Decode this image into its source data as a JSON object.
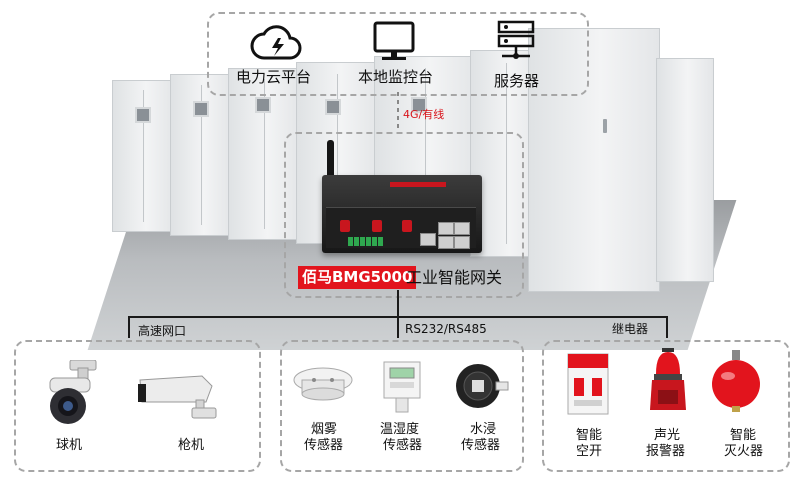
{
  "top_platforms": [
    {
      "label": "电力云平台",
      "icon": "cloud-lightning-icon"
    },
    {
      "label": "本地监控台",
      "icon": "monitor-icon"
    },
    {
      "label": "服务器",
      "icon": "server-icon"
    }
  ],
  "uplink_label": "4G/有线",
  "gateway": {
    "brand": "佰马BMG5000",
    "description": "工业智能网关"
  },
  "interfaces": {
    "left": "高速网口",
    "middle": "RS232/RS485",
    "right": "继电器"
  },
  "groups": {
    "cameras": [
      {
        "label": "球机",
        "icon": "dome-camera-icon"
      },
      {
        "label": "枪机",
        "icon": "bullet-camera-icon"
      }
    ],
    "sensors": [
      {
        "line1": "烟雾",
        "line2": "传感器",
        "icon": "smoke-detector-icon"
      },
      {
        "line1": "温湿度",
        "line2": "传感器",
        "icon": "temperature-humidity-sensor-icon"
      },
      {
        "line1": "水浸",
        "line2": "传感器",
        "icon": "water-leak-sensor-icon"
      }
    ],
    "actuators": [
      {
        "line1": "智能",
        "line2": "空开",
        "icon": "smart-breaker-icon"
      },
      {
        "line1": "声光",
        "line2": "报警器",
        "icon": "alarm-beacon-icon"
      },
      {
        "line1": "智能",
        "line2": "灭火器",
        "icon": "fire-extinguisher-ball-icon"
      }
    ]
  },
  "colors": {
    "accent_red": "#e2141d",
    "dashed_border": "#a6a6a6",
    "line": "#1a1a1a"
  }
}
